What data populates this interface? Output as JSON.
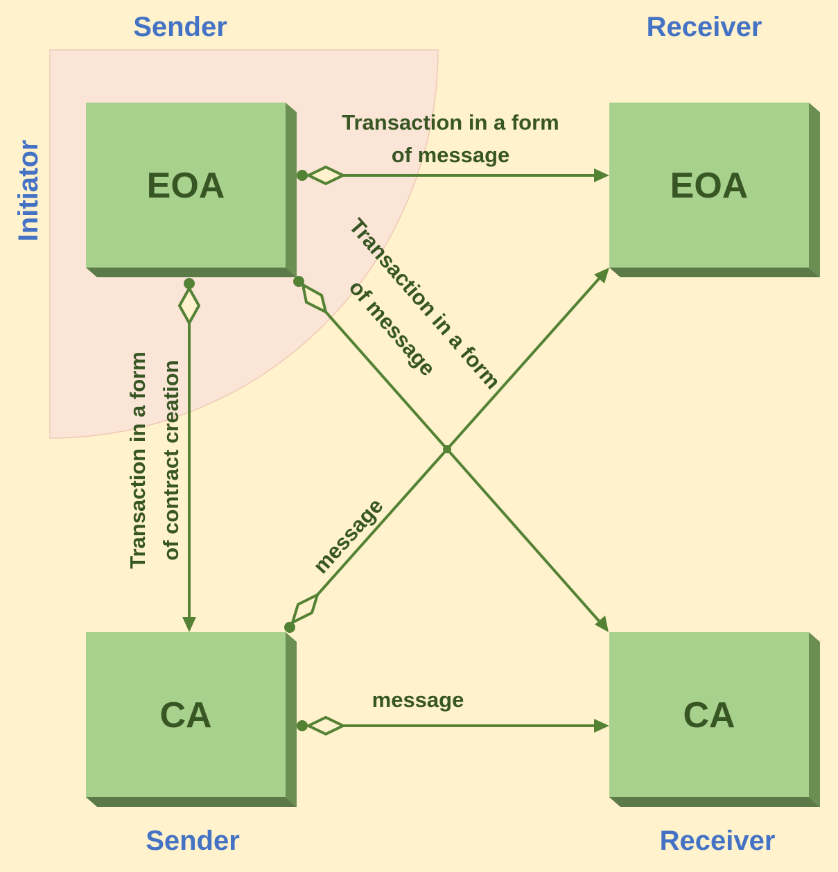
{
  "colors": {
    "background": "#fff2cc",
    "initiator_region": "#fbe5d6",
    "box_face": "#a9d18e",
    "box_shadow": "#6b8e53",
    "connector": "#548235",
    "text_dark": "#375623",
    "text_blue": "#4472c4"
  },
  "header": {
    "sender_top": "Sender",
    "receiver_top": "Receiver",
    "sender_bottom": "Sender",
    "receiver_bottom": "Receiver"
  },
  "initiator_label": "Initiator",
  "nodes": {
    "sender_eoa": "EOA",
    "receiver_eoa": "EOA",
    "sender_ca": "CA",
    "receiver_ca": "CA"
  },
  "edges": {
    "eoa_to_eoa": {
      "line1": "Transaction in a form",
      "line2": "of message"
    },
    "eoa_to_ca_receiver": {
      "line1": "Transaction in a form",
      "line2": "of message"
    },
    "eoa_to_ca_sender": {
      "line1": "Transaction in a form",
      "line2": "of contract creation"
    },
    "ca_to_eoa": {
      "label": "message"
    },
    "ca_to_ca": {
      "label": "message"
    }
  }
}
